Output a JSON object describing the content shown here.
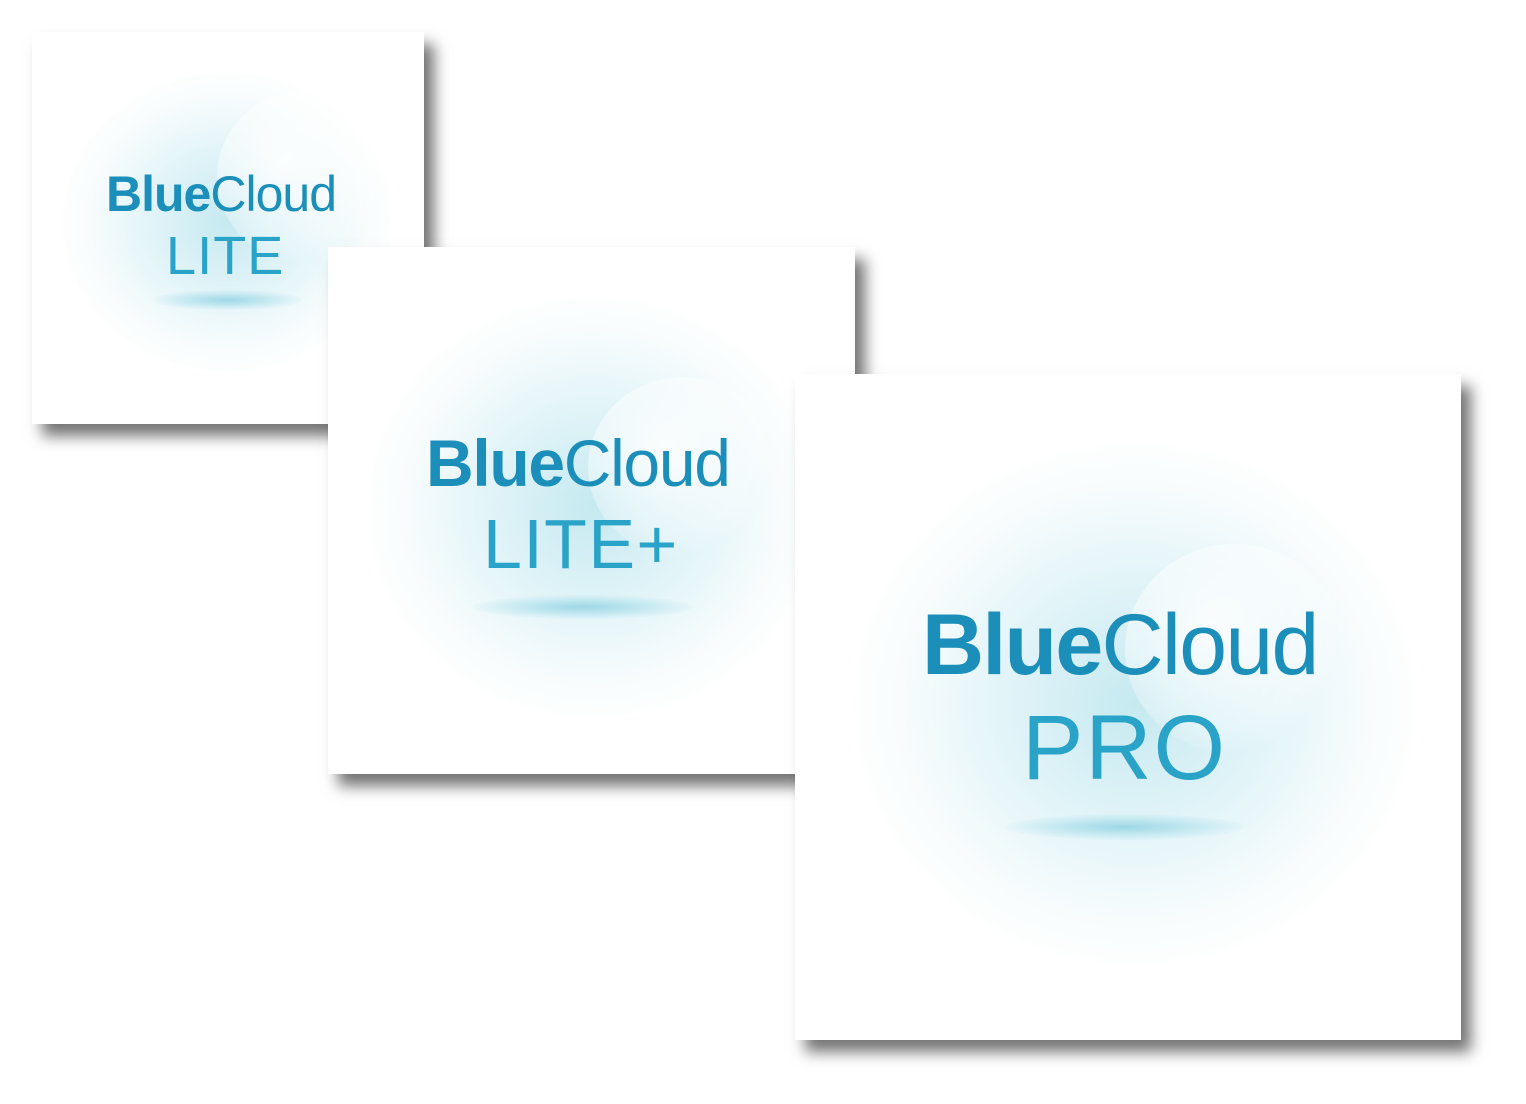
{
  "colors": {
    "brand_blue": "#1b8fba",
    "tier_blue": "#2aa3c8",
    "glow": "#aee1ec"
  },
  "cards": [
    {
      "brand_bold": "Blue",
      "brand_light": "Cloud",
      "tier": "LITE"
    },
    {
      "brand_bold": "Blue",
      "brand_light": "Cloud",
      "tier": "LITE+"
    },
    {
      "brand_bold": "Blue",
      "brand_light": "Cloud",
      "tier": "PRO"
    }
  ]
}
